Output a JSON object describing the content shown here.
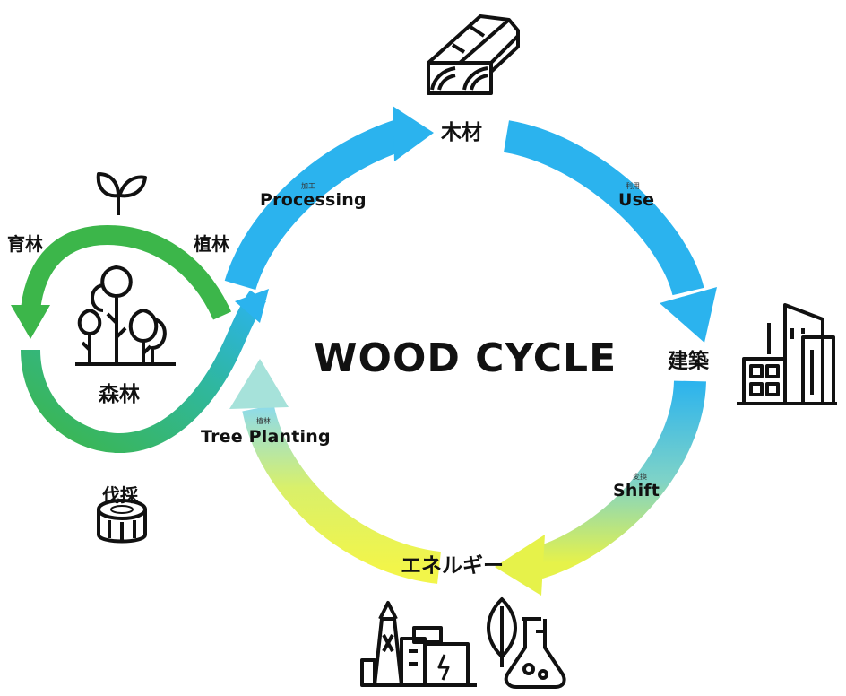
{
  "title": "WOOD CYCLE",
  "nodes": {
    "wood": "木材",
    "building": "建築",
    "energy": "エネルギー",
    "forest": "森林",
    "harvest": "伐採",
    "nurture": "育林",
    "plant": "植林"
  },
  "edges": {
    "processing": {
      "ruby": "加工",
      "label": "Processing"
    },
    "use": {
      "ruby": "利用",
      "label": "Use"
    },
    "shift": {
      "ruby": "変換",
      "label": "Shift"
    },
    "tree_planting": {
      "ruby": "植林",
      "label": "Tree Planting"
    }
  },
  "colors": {
    "blue": "#2bb3ee",
    "green": "#3cb64a",
    "yellow": "#f0f34a",
    "ink": "#111111"
  },
  "icons": [
    "timber-icon",
    "buildings-icon",
    "factory-icon",
    "bio-flask-icon",
    "forest-trees-icon",
    "sprout-icon",
    "log-stump-icon"
  ]
}
